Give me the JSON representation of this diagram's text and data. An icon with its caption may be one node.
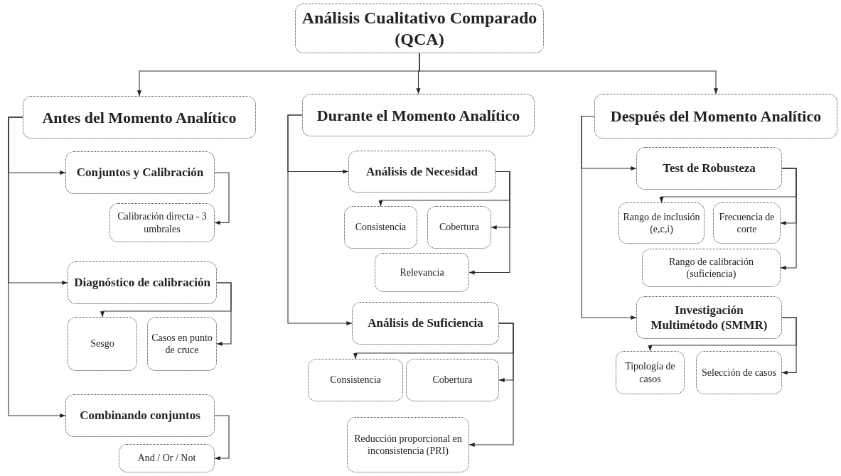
{
  "diagram": {
    "nodes": [
      {
        "text": [
          "Análisis Cualitativo Comparado (QCA)"
        ]
      },
      {
        "text": [
          "Antes del Momento Analítico"
        ]
      },
      {
        "text": [
          "Conjuntos y Calibración"
        ]
      },
      {
        "text": [
          "Calibración directa - 3 umbrales"
        ]
      },
      {
        "text": [
          "Diagnóstico de calibración"
        ]
      },
      {
        "text": [
          "Sesgo"
        ]
      },
      {
        "text": [
          "Casos en punto de cruce"
        ]
      },
      {
        "text": [
          "Combinando conjuntos"
        ]
      },
      {
        "text": [
          "And / Or / Not"
        ]
      },
      {
        "text": [
          "Durante el Momento Analítico"
        ]
      },
      {
        "text": [
          "Análisis de Necesidad"
        ]
      },
      {
        "text": [
          "Consistencia"
        ]
      },
      {
        "text": [
          "Cobertura"
        ]
      },
      {
        "text": [
          "Relevancia"
        ]
      },
      {
        "text": [
          "Análisis de Suficiencia"
        ]
      },
      {
        "text": [
          "Consistencia"
        ]
      },
      {
        "text": [
          "Cobertura"
        ]
      },
      {
        "text": [
          "Reducción proporcional en inconsistencia (PRI)"
        ]
      },
      {
        "text": [
          "Después del Momento Analítico"
        ]
      },
      {
        "text": [
          "Test de Robusteza"
        ]
      },
      {
        "text": [
          "Rango de inclusión (e,c,i)"
        ]
      },
      {
        "text": [
          "Frecuencia de corte"
        ]
      },
      {
        "text": [
          "Rango de calibración (suficiencia)"
        ]
      },
      {
        "text": [
          "Investigación Multimétodo (SMMR)"
        ]
      },
      {
        "text": [
          "Tipología de casos"
        ]
      },
      {
        "text": [
          "Selección de casos"
        ]
      }
    ],
    "edges": [
      {
        "from": 0,
        "to": 1,
        "arrow": "to"
      },
      {
        "from": 0,
        "to": 9,
        "arrow": "to"
      },
      {
        "from": 0,
        "to": 18,
        "arrow": "to"
      },
      {
        "from": 1,
        "to": 2,
        "arrow": "to"
      },
      {
        "from": 1,
        "to": 4,
        "arrow": "to"
      },
      {
        "from": 1,
        "to": 7,
        "arrow": "to"
      },
      {
        "from": 2,
        "to": 3,
        "arrow": "to"
      },
      {
        "from": 4,
        "to": 5,
        "arrow": "to"
      },
      {
        "from": 4,
        "to": 6,
        "arrow": "to"
      },
      {
        "from": 7,
        "to": 8,
        "arrow": "to"
      },
      {
        "from": 9,
        "to": 10,
        "arrow": "to"
      },
      {
        "from": 9,
        "to": 14,
        "arrow": "to"
      },
      {
        "from": 10,
        "to": 11,
        "arrow": "to"
      },
      {
        "from": 10,
        "to": 12,
        "arrow": "to"
      },
      {
        "from": 10,
        "to": 13,
        "arrow": "to"
      },
      {
        "from": 14,
        "to": 15,
        "arrow": "to"
      },
      {
        "from": 14,
        "to": 16,
        "arrow": "to"
      },
      {
        "from": 14,
        "to": 17,
        "arrow": "to"
      },
      {
        "from": 18,
        "to": 19,
        "arrow": "to"
      },
      {
        "from": 18,
        "to": 23,
        "arrow": "to"
      },
      {
        "from": 19,
        "to": 20,
        "arrow": "to"
      },
      {
        "from": 19,
        "to": 21,
        "arrow": "to"
      },
      {
        "from": 19,
        "to": 22,
        "arrow": "to"
      },
      {
        "from": 23,
        "to": 24,
        "arrow": "to"
      },
      {
        "from": 23,
        "to": 25,
        "arrow": "to"
      }
    ]
  }
}
